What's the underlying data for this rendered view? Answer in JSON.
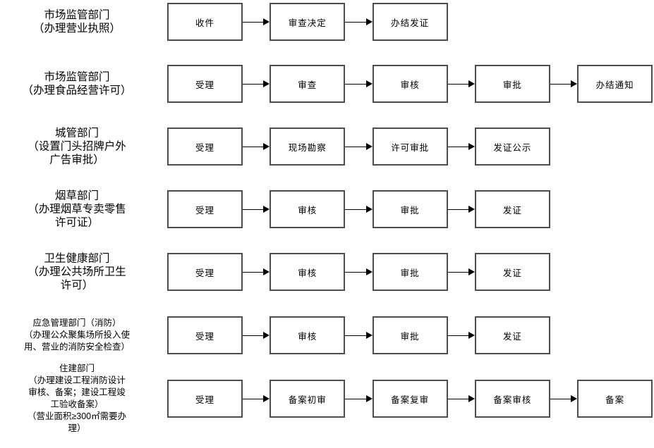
{
  "diagram": {
    "description_colors": {
      "background": "#ffffff",
      "box_border": "#4d4d4d",
      "arrow": "#000000",
      "text": "#000000"
    },
    "rows": [
      {
        "department_lines": [
          "市场监管部门",
          "（办理营业执照）"
        ],
        "small_label": false,
        "steps": [
          "收件",
          "审查决定",
          "办结发证"
        ]
      },
      {
        "department_lines": [
          "市场监管部门",
          "（办理食品经营许可）"
        ],
        "small_label": false,
        "steps": [
          "受理",
          "审查",
          "审核",
          "审批",
          "办结通知"
        ]
      },
      {
        "department_lines": [
          "城管部门",
          "（设置门头招牌户外",
          "广告审批）"
        ],
        "small_label": false,
        "steps": [
          "受理",
          "现场勘察",
          "许可审批",
          "发证公示"
        ]
      },
      {
        "department_lines": [
          "烟草部门",
          "（办理烟草专卖零售",
          "许可证）"
        ],
        "small_label": false,
        "steps": [
          "受理",
          "审核",
          "审批",
          "发证"
        ]
      },
      {
        "department_lines": [
          "卫生健康部门",
          "（办理公共场所卫生",
          "许可）"
        ],
        "small_label": false,
        "steps": [
          "受理",
          "审核",
          "审批",
          "发证"
        ]
      },
      {
        "department_lines": [
          "应急管理部门（消防）",
          "（办理公众聚集场所投入使",
          "用、营业的消防安全检查）"
        ],
        "small_label": true,
        "steps": [
          "受理",
          "审核",
          "审批",
          "发证"
        ]
      },
      {
        "department_lines": [
          "住建部门",
          "（办理建设工程消防设计",
          "审核、备案；建设工程竣",
          "工验收备案）",
          "（营业面积≥300㎡需要办",
          "理）"
        ],
        "small_label": true,
        "steps": [
          "受理",
          "备案初审",
          "备案复审",
          "备案审核",
          "备案"
        ]
      }
    ]
  }
}
